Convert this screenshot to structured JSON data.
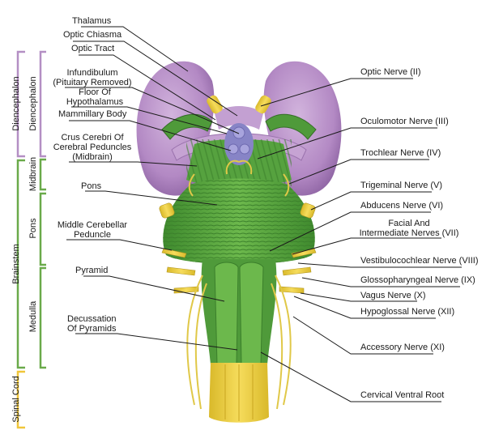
{
  "title": "Brainstem anatomy – ventral view",
  "colors": {
    "diencephalon": "#b48fc4",
    "brainstem": "#6aaa4a",
    "spinal_cord": "#f0c63a",
    "thalamus_fill": "#b88fc8",
    "green_tissue": "#4f9a3a",
    "nerve_yellow": "#e7d55a",
    "mammillary_blue": "#8a86c8",
    "leader_line": "#1a1a1a"
  },
  "brackets": {
    "outer": [
      {
        "label": "Diencephalon",
        "color": "#b48fc4"
      },
      {
        "label": "Brainstem",
        "color": "#6aaa4a"
      },
      {
        "label": "Spinal Cord",
        "color": "#f0c63a"
      }
    ],
    "inner": [
      {
        "label": "Diencephalon",
        "color": "#b48fc4"
      },
      {
        "label": "Midbrain",
        "color": "#6aaa4a"
      },
      {
        "label": "Pons",
        "color": "#6aaa4a"
      },
      {
        "label": "Medulla",
        "color": "#6aaa4a"
      }
    ]
  },
  "left_labels": [
    {
      "text": "Thalamus"
    },
    {
      "text": "Optic Chiasma"
    },
    {
      "text": "Optic Tract"
    },
    {
      "text": "Infundibulum\n(Pituitary Removed)",
      "line1": "Infundibulum",
      "line2": "(Pituitary Removed)"
    },
    {
      "text": "Floor Of\nHypothalamus",
      "line1": "Floor Of",
      "line2": "Hypothalamus"
    },
    {
      "text": "Mammillary Body"
    },
    {
      "text": "Crus Cerebri Of\nCerebral Peduncles\n(Midbrain)",
      "line1": "Crus Cerebri Of",
      "line2": "Cerebral Peduncles",
      "line3": "(Midbrain)"
    },
    {
      "text": "Pons"
    },
    {
      "text": "Middle Cerebellar\nPeduncle",
      "line1": "Middle Cerebellar",
      "line2": "Peduncle"
    },
    {
      "text": "Pyramid"
    },
    {
      "text": "Decussation\nOf Pyramids",
      "line1": "Decussation",
      "line2": "Of Pyramids"
    }
  ],
  "right_labels": [
    {
      "text": "Optic Nerve (II)"
    },
    {
      "text": "Oculomotor Nerve (III)"
    },
    {
      "text": "Trochlear Nerve (IV)"
    },
    {
      "text": "Trigeminal Nerve (V)"
    },
    {
      "text": "Abducens Nerve (VI)"
    },
    {
      "text": "Facial And\nIntermediate Nerves (VII)",
      "line1": "Facial And",
      "line2": "Intermediate Nerves (VII)"
    },
    {
      "text": "Vestibulocochlear Nerve (VIII)"
    },
    {
      "text": "Glossopharyngeal Nerve (IX)"
    },
    {
      "text": "Vagus Nerve (X)"
    },
    {
      "text": "Hypoglossal Nerve (XII)"
    },
    {
      "text": "Accessory Nerve (XI)"
    },
    {
      "text": "Cervical Ventral Root"
    }
  ]
}
